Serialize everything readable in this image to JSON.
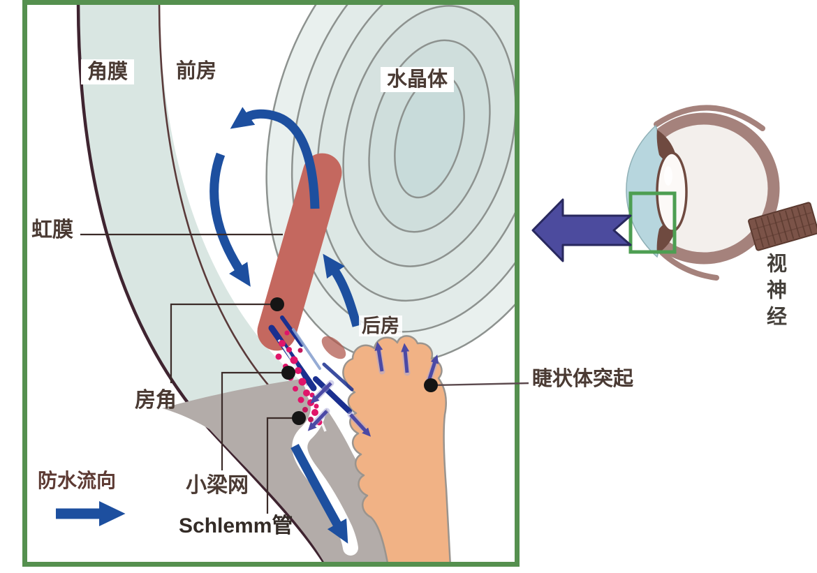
{
  "figure": {
    "type": "eye-anterior-segment-aqueous-flow-diagram",
    "labels": {
      "cornea": "角膜",
      "anterior_chamber": "前房",
      "lens": "水晶体",
      "iris": "虹膜",
      "posterior_chamber": "后房",
      "chamber_angle": "房角",
      "ciliary_processes": "睫状体突起",
      "trabecular_meshwork": "小梁网",
      "schlemm_canal": "Schlemm管",
      "flow_legend": "防水流向",
      "optic_nerve": "视神经"
    },
    "colors": {
      "box_border": "#55904f",
      "inset_zoom_box": "#4d9e52",
      "cornea_band": "#d9e6e2",
      "cornea_edge": "#3f2430",
      "lens_fill": "#e9f0ee",
      "lens_core": "#c8dbda",
      "iris": "#c4685f",
      "ciliary_body": "#f1b285",
      "sclera": "#b3aca9",
      "flow_arrow_blue": "#1d4f9f",
      "meshwork_pink": "#e0156a",
      "mini_arrow_purple": "#4b49a5",
      "inset_arrow_indigo": "#4c4b9e",
      "eye_wall": "#a5827c",
      "optic_nerve_fill": "#7b5348",
      "label_text": "#4a3a33"
    }
  }
}
